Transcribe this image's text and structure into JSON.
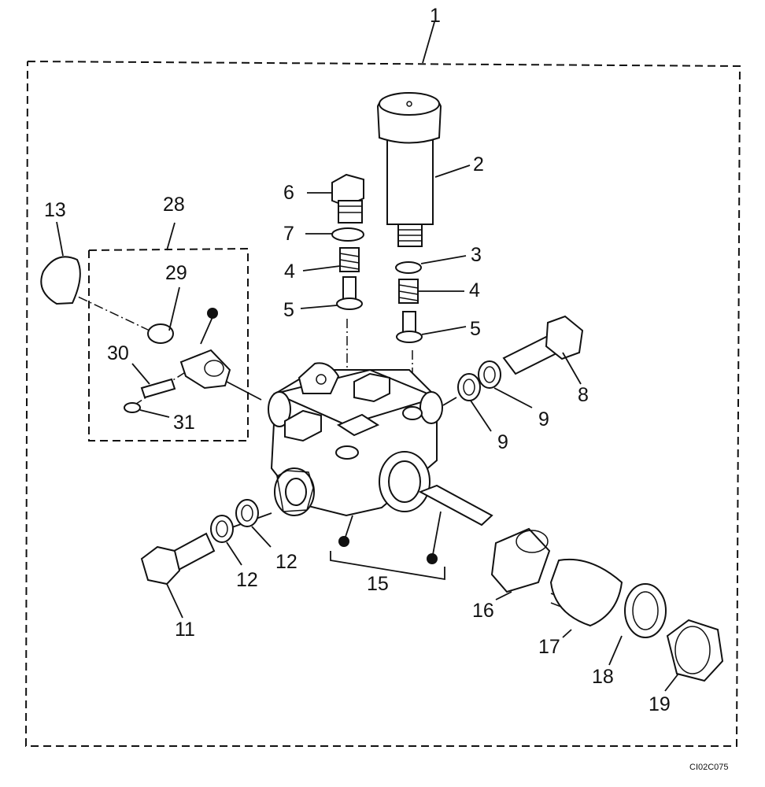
{
  "diagram": {
    "callouts": {
      "c1": "1",
      "c2": "2",
      "c3": "3",
      "c4a": "4",
      "c4b": "4",
      "c5a": "5",
      "c5b": "5",
      "c6": "6",
      "c7": "7",
      "c8": "8",
      "c9a": "9",
      "c9b": "9",
      "c11": "11",
      "c12a": "12",
      "c12b": "12",
      "c13": "13",
      "c15": "15",
      "c16": "16",
      "c17": "17",
      "c18": "18",
      "c19": "19",
      "c28": "28",
      "c29": "29",
      "c30": "30",
      "c31": "31"
    },
    "figure_code": "CI02C075"
  }
}
